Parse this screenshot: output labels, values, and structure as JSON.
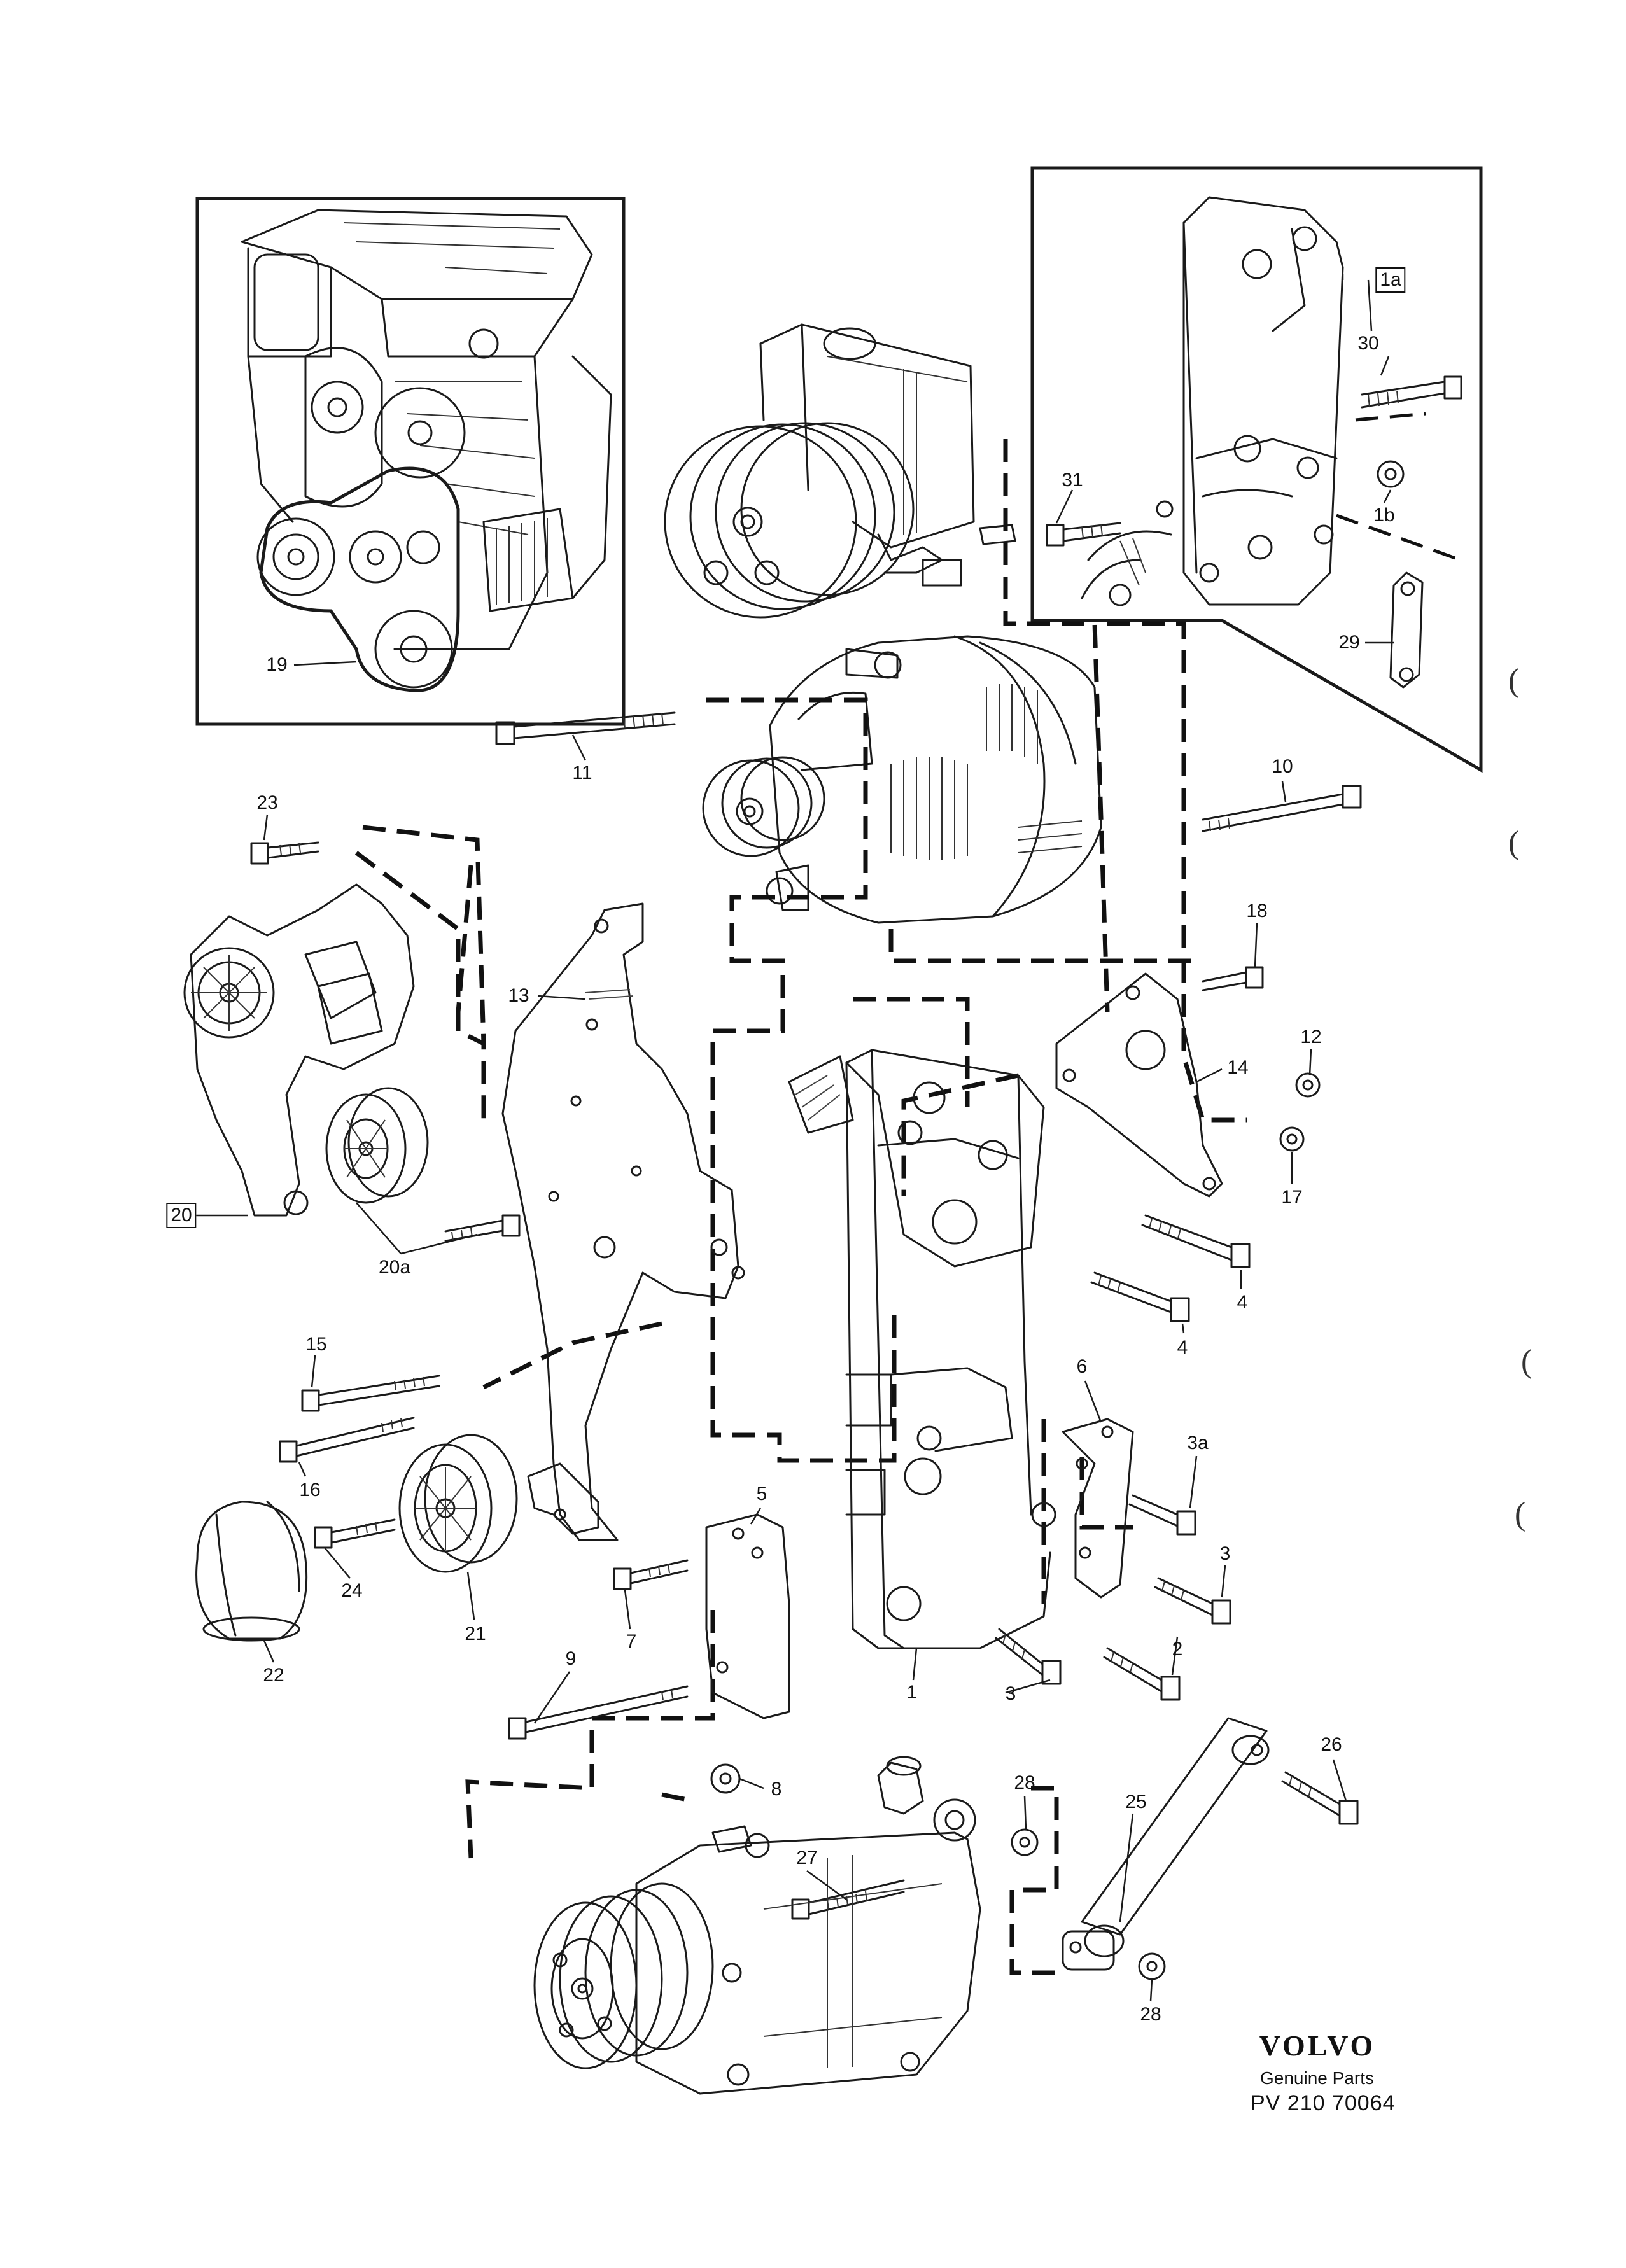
{
  "callouts": [
    {
      "id": "19",
      "text": "19"
    },
    {
      "id": "1a",
      "text": "1a",
      "boxed": true
    },
    {
      "id": "30",
      "text": "30"
    },
    {
      "id": "31",
      "text": "31"
    },
    {
      "id": "1b",
      "text": "1b"
    },
    {
      "id": "29",
      "text": "29"
    },
    {
      "id": "11",
      "text": "11"
    },
    {
      "id": "10",
      "text": "10"
    },
    {
      "id": "23",
      "text": "23"
    },
    {
      "id": "13",
      "text": "13"
    },
    {
      "id": "18",
      "text": "18"
    },
    {
      "id": "12",
      "text": "12"
    },
    {
      "id": "14",
      "text": "14"
    },
    {
      "id": "17",
      "text": "17"
    },
    {
      "id": "20",
      "text": "20",
      "boxed": true
    },
    {
      "id": "20a",
      "text": "20a"
    },
    {
      "id": "4a",
      "text": "4"
    },
    {
      "id": "4b",
      "text": "4"
    },
    {
      "id": "15",
      "text": "15"
    },
    {
      "id": "6",
      "text": "6"
    },
    {
      "id": "16",
      "text": "16"
    },
    {
      "id": "3a",
      "text": "3a"
    },
    {
      "id": "5",
      "text": "5"
    },
    {
      "id": "3b",
      "text": "3"
    },
    {
      "id": "24",
      "text": "24"
    },
    {
      "id": "21",
      "text": "21"
    },
    {
      "id": "7",
      "text": "7"
    },
    {
      "id": "2",
      "text": "2"
    },
    {
      "id": "22",
      "text": "22"
    },
    {
      "id": "9",
      "text": "9"
    },
    {
      "id": "1",
      "text": "1"
    },
    {
      "id": "3c",
      "text": "3"
    },
    {
      "id": "26",
      "text": "26"
    },
    {
      "id": "8",
      "text": "8"
    },
    {
      "id": "28a",
      "text": "28"
    },
    {
      "id": "25",
      "text": "25"
    },
    {
      "id": "27",
      "text": "27"
    },
    {
      "id": "28b",
      "text": "28"
    }
  ],
  "branding": {
    "logo": "VOLVO",
    "subtitle": "Genuine Parts",
    "code": "PV 210  70064"
  },
  "margin_marks": [
    "(",
    "(",
    "(",
    "("
  ]
}
